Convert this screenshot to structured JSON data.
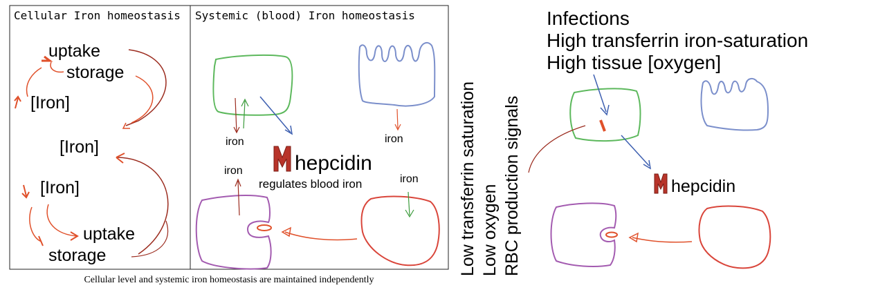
{
  "panel_titles": {
    "cellular": "Cellular Iron homeostasis",
    "systemic": "Systemic (blood) Iron homeostasis"
  },
  "cellular": {
    "uptake_top": "uptake",
    "storage_top": "storage",
    "iron_upper": "[Iron]",
    "iron_middle": "[Iron]",
    "iron_lower": "[Iron]",
    "uptake_bottom": "uptake",
    "storage_bottom": "storage"
  },
  "systemic": {
    "iron_liver": "iron",
    "iron_tissue": "iron",
    "iron_macrophage": "iron",
    "iron_rbc": "iron",
    "hepcidin": "hepcidin",
    "regulates": "regulates blood iron"
  },
  "caption": "Cellular level and systemic iron homeostasis are maintained independently",
  "vertical_signals": [
    "Low transferrin saturation",
    "Low oxygen",
    "RBC production signals"
  ],
  "right_signals": [
    "Infections",
    "High transferrin iron-saturation",
    "High tissue [oxygen]"
  ],
  "right_hepcidin": "hepcidin",
  "colors": {
    "liver_green": "#5cb85c",
    "tissue_blue": "#7b8fcb",
    "macrophage_purple": "#a35bb0",
    "rbc_red": "#d9453a",
    "arrow_orange": "#e0502a",
    "arrow_darkred": "#9b2b1e",
    "arrow_blue": "#3d5fb0",
    "arrow_green": "#3a9a3a",
    "hepcidin_red": "#b8342a"
  }
}
